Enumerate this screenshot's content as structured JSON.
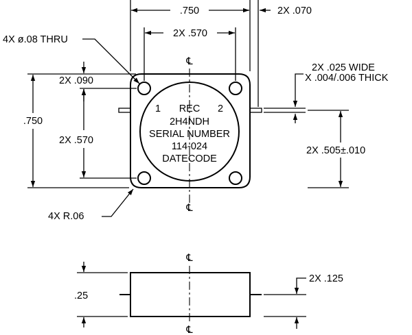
{
  "top_view": {
    "dim_width": ".750",
    "dim_pin_width": "2X .070",
    "dim_hole_spacing_h": "2X .570",
    "hole_callout": "4X ø.08 THRU",
    "dim_hole_offset": "2X .090",
    "dim_height": ".750",
    "dim_hole_spacing_v": "2X .570",
    "pin_callout_line1": "2X .025 WIDE",
    "pin_callout_line2": "X .004/.006 THICK",
    "dim_pin_position": "2X .505±.010",
    "radius_callout": "4X R.06",
    "label_port1": "1",
    "label_rec": "REC",
    "label_port2": "2",
    "label_part": "2H4NDH",
    "label_serial": "SERIAL NUMBER",
    "label_number": "114-024",
    "label_datecode": "DATECODE",
    "centerline_top": "℄",
    "centerline_bottom": "℄"
  },
  "side_view": {
    "dim_thickness": ".25",
    "dim_pin_height": "2X .125",
    "centerline_top": "℄",
    "centerline_bottom": "℄"
  }
}
